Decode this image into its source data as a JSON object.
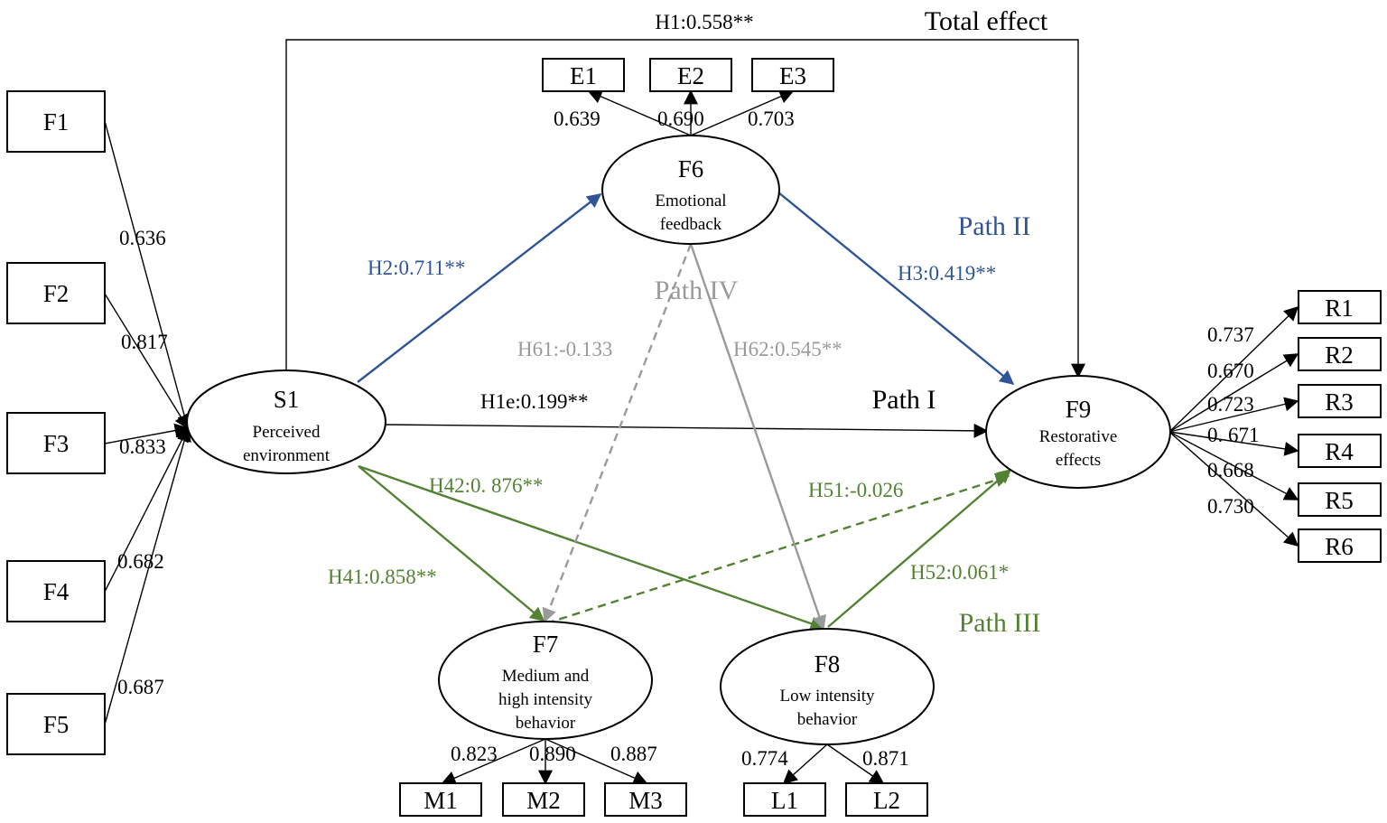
{
  "colors": {
    "black": "#000000",
    "blue": "#2f5597",
    "green": "#548235",
    "gray": "#9a9a9a"
  },
  "latent": {
    "S1": {
      "name": "S1",
      "sub": [
        "Perceived",
        "environment"
      ]
    },
    "F6": {
      "name": "F6",
      "sub": [
        "Emotional",
        "feedback"
      ]
    },
    "F7": {
      "name": "F7",
      "sub": [
        "Medium and",
        "high intensity",
        "behavior"
      ]
    },
    "F8": {
      "name": "F8",
      "sub": [
        "Low intensity",
        "behavior"
      ]
    },
    "F9": {
      "name": "F9",
      "sub": [
        "Restorative",
        "effects"
      ]
    }
  },
  "indicators": {
    "F": [
      "F1",
      "F2",
      "F3",
      "F4",
      "F5"
    ],
    "E": [
      "E1",
      "E2",
      "E3"
    ],
    "M": [
      "M1",
      "M2",
      "M3"
    ],
    "L": [
      "L1",
      "L2"
    ],
    "R": [
      "R1",
      "R2",
      "R3",
      "R4",
      "R5",
      "R6"
    ]
  },
  "loadings": {
    "F": [
      "0.636",
      "0.817",
      "0.833",
      "0.682",
      "0.687"
    ],
    "E": [
      "0.639",
      "0.690",
      "0.703"
    ],
    "M": [
      "0.823",
      "0.890",
      "0.887"
    ],
    "L": [
      "0.774",
      "0.871"
    ],
    "R": [
      "0.737",
      "0.670",
      "0.723",
      "0. 671",
      "0.668",
      "0.730"
    ]
  },
  "paths": {
    "total_effect_label": "Total effect",
    "h1": "H1:0.558**",
    "h1e": "H1e:0.199**",
    "h2": "H2:0.711**",
    "h3": "H3:0.419**",
    "h41": "H41:0.858**",
    "h42": "H42:0. 876**",
    "h51": "H51:-0.026",
    "h52": "H52:0.061*",
    "h61": "H61:-0.133",
    "h62": "H62:0.545**"
  },
  "path_titles": {
    "p1": "Path I",
    "p2": "Path II",
    "p3": "Path III",
    "p4": "Path IV"
  }
}
